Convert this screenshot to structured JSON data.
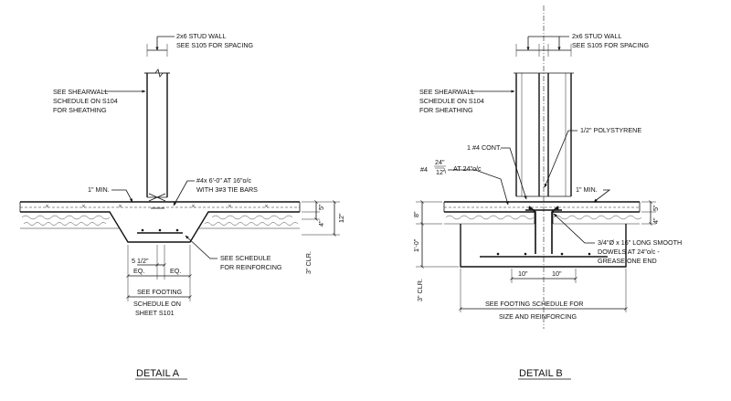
{
  "detail_a": {
    "caption": "DETAIL A",
    "stud_wall": [
      "2x6 STUD WALL",
      "SEE S105 FOR SPACING"
    ],
    "shearwall": [
      "SEE SHEARWALL",
      "SCHEDULE ON S104",
      "FOR SHEATHING"
    ],
    "min_cover": "1\" MIN.",
    "rebar_note": [
      "#4x 6'-0\" AT 16\"o/c",
      "WITH 3#3 TIE BARS"
    ],
    "dim_slab": "5\"",
    "dim_step": "4\"",
    "dim_total": "12\"",
    "clear": "3\" CLR.",
    "reinforcing": [
      "SEE SCHEDULE",
      "FOR REINFORCING"
    ],
    "offset": "5 1/2\"",
    "eq_left": "EQ.",
    "eq_right": "EQ.",
    "footing": [
      "SEE FOOTING",
      "SCHEDULE ON",
      "SHEET S101"
    ]
  },
  "detail_b": {
    "caption": "DETAIL B",
    "stud_wall": [
      "2x6 STUD WALL",
      "SEE S105 FOR SPACING"
    ],
    "shearwall": [
      "SEE SHEARWALL",
      "SCHEDULE ON S104",
      "FOR SHEATHING"
    ],
    "polystyrene": "1/2\" POLYSTYRENE",
    "cont_bar": "1 #4 CONT.",
    "bar_size": "#4",
    "frac_top": "24\"",
    "frac_bottom": "12\"",
    "spacing": "AT 24\"o/c",
    "min_cover": "1\" MIN.",
    "dim_slab": "5\"",
    "dim_step": "4\"",
    "dim_8": "8\"",
    "dim_1ft": "1'-0\"",
    "dowels": [
      "3/4\"Ø x 16\" LONG SMOOTH",
      "DOWELS AT 24\"o/c -",
      "GREASE ONE END"
    ],
    "dim_10_left": "10\"",
    "dim_10_right": "10\"",
    "clear": "3\" CLR.",
    "footing": [
      "SEE FOOTING SCHEDULE FOR",
      "SIZE AND REINFORCING"
    ]
  }
}
